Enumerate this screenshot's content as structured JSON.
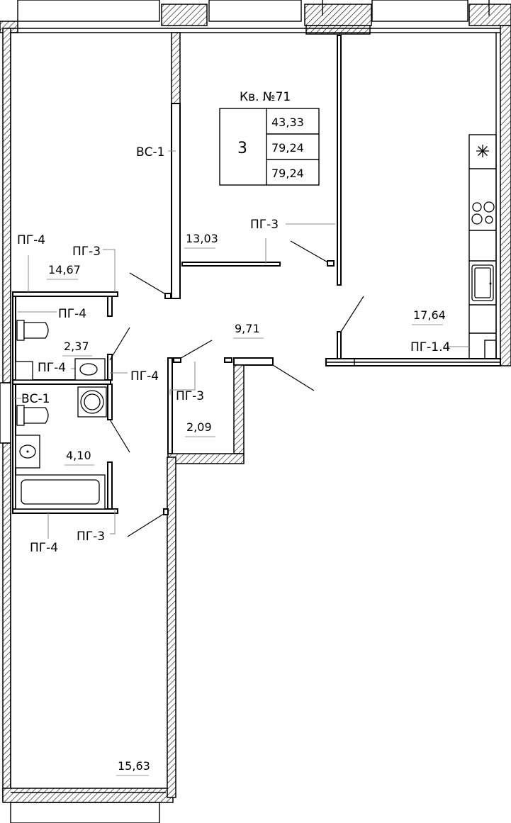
{
  "apartment": {
    "title": "Кв. №71",
    "rooms": "3",
    "area_living": "43,33",
    "area_total": "79,24",
    "area_total_balcony": "79,24"
  },
  "rooms": [
    {
      "id": "bedroom-top-left",
      "area": "14,67"
    },
    {
      "id": "bedroom-top-middle",
      "area": "13,03"
    },
    {
      "id": "living-kitchen",
      "area": "17,64"
    },
    {
      "id": "corridor",
      "area": "9,71"
    },
    {
      "id": "toilet",
      "area": "2,37"
    },
    {
      "id": "closet",
      "area": "2,09"
    },
    {
      "id": "bathroom",
      "area": "4,10"
    },
    {
      "id": "bedroom-bottom",
      "area": "15,63"
    }
  ],
  "labels": {
    "vs1_top": "ВС-1",
    "vs1_bath": "ВС-1",
    "pg3_a": "ПГ-3",
    "pg3_b": "ПГ-3",
    "pg3_c": "ПГ-3",
    "pg3_d": "ПГ-3",
    "pg4_a": "ПГ-4",
    "pg4_b": "ПГ-4",
    "pg4_c": "ПГ-4",
    "pg4_d": "ПГ-4",
    "pg4_e": "ПГ-4",
    "pg14": "ПГ-1.4"
  },
  "icons": {
    "fan": "asterisk-icon",
    "stove": "stove-icon",
    "sink": "sink-icon",
    "toilet": "toilet-icon",
    "washer": "washer-icon",
    "bathtub": "bathtub-icon"
  }
}
